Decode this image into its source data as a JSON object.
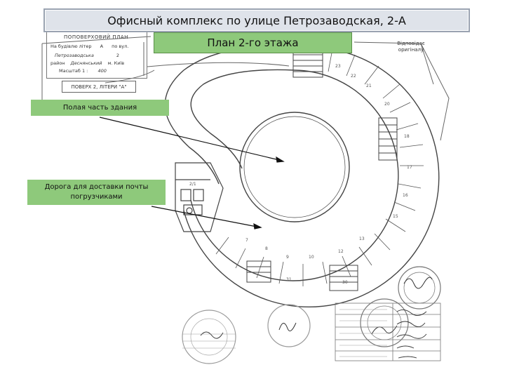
{
  "header": {
    "title": "Офисный комплекс по улице Петрозаводская, 2-А",
    "subtitle": "План 2-го этажа"
  },
  "callouts": {
    "hollow": "Полая часть здания",
    "road": "Дорога для доставки почты погрузчиками"
  },
  "plan_box": {
    "title": "ПОПОВЕРХОВИЙ ПЛАН",
    "line1": "На будівлю літер",
    "line1_val": "А",
    "line1_suffix": "по вул.",
    "line2": "Петрозаводська",
    "line2_val": "2",
    "line3": "район",
    "line3_val": "Деснянський",
    "line3_suffix": "м. Київ",
    "scale_label": "Масштаб 1 :",
    "scale_val": "400",
    "lit_label": "ПОВЕРХ 2, ЛІТЕРИ \"А\""
  },
  "corner_note": "Відповідає оригіналу",
  "colors": {
    "title_bg": "#dfe3ea",
    "accent_green": "#8ec97b",
    "drawing_line": "#444444"
  }
}
